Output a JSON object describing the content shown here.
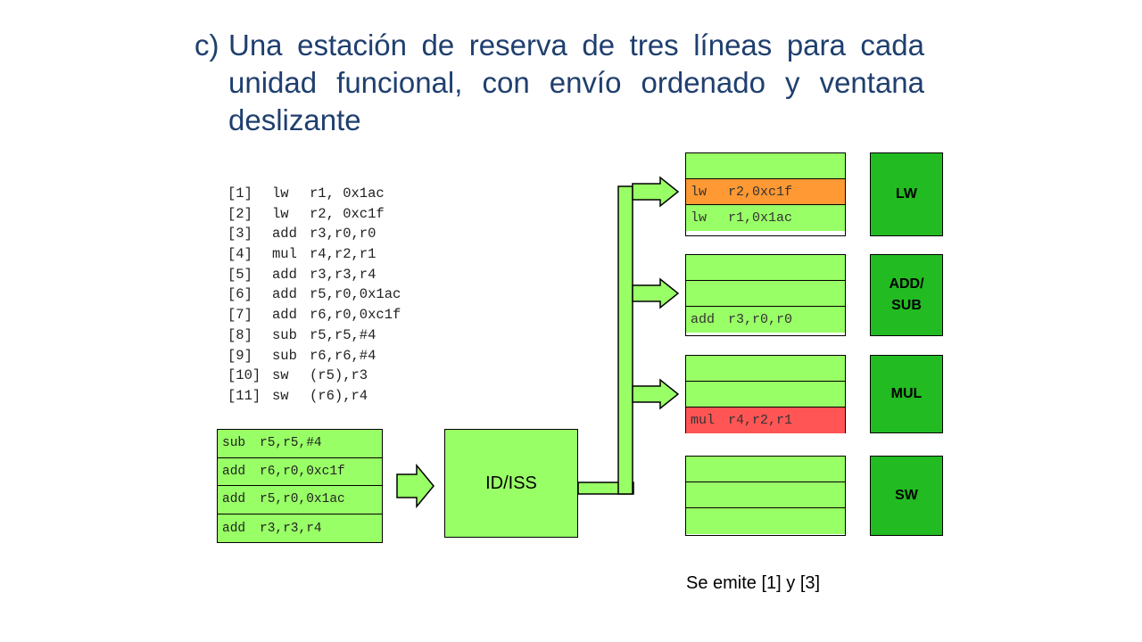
{
  "title": {
    "label": "c)",
    "text": "Una estación de reserva de tres líneas para cada unidad funcional, con envío ordenado y ventana deslizante"
  },
  "program": [
    {
      "num": "[1]",
      "op": "lw",
      "args": "r1, 0x1ac"
    },
    {
      "num": "[2]",
      "op": "lw",
      "args": "r2, 0xc1f"
    },
    {
      "num": "[3]",
      "op": "add",
      "args": "r3,r0,r0"
    },
    {
      "num": "[4]",
      "op": "mul",
      "args": "r4,r2,r1"
    },
    {
      "num": "[5]",
      "op": "add",
      "args": "r3,r3,r4"
    },
    {
      "num": "[6]",
      "op": "add",
      "args": "r5,r0,0x1ac"
    },
    {
      "num": "[7]",
      "op": "add",
      "args": "r6,r0,0xc1f"
    },
    {
      "num": "[8]",
      "op": "sub",
      "args": "r5,r5,#4"
    },
    {
      "num": "[9]",
      "op": "sub",
      "args": "r6,r6,#4"
    },
    {
      "num": "[10]",
      "op": "sw",
      "args": "(r5),r3"
    },
    {
      "num": "[11]",
      "op": "sw",
      "args": "(r6),r4"
    }
  ],
  "queue": [
    {
      "op": "sub",
      "args": "r5,r5,#4"
    },
    {
      "op": "add",
      "args": "r6,r0,0xc1f"
    },
    {
      "op": "add",
      "args": "r5,r0,0x1ac"
    },
    {
      "op": "add",
      "args": "r3,r3,r4"
    }
  ],
  "idiss_label": "ID/ISS",
  "stations": [
    {
      "unit": "LW",
      "rows": [
        {
          "op": "",
          "args": "",
          "color": "#99FF66"
        },
        {
          "op": "lw",
          "args": "r2,0xc1f",
          "color": "#FF9933"
        },
        {
          "op": "lw",
          "args": "r1,0x1ac",
          "color": "#99FF66"
        }
      ]
    },
    {
      "unit": "ADD/ SUB",
      "rows": [
        {
          "op": "",
          "args": "",
          "color": "#99FF66"
        },
        {
          "op": "",
          "args": "",
          "color": "#99FF66"
        },
        {
          "op": "add",
          "args": "r3,r0,r0",
          "color": "#99FF66"
        }
      ]
    },
    {
      "unit": "MUL",
      "rows": [
        {
          "op": "",
          "args": "",
          "color": "#99FF66"
        },
        {
          "op": "",
          "args": "",
          "color": "#99FF66"
        },
        {
          "op": "mul",
          "args": "r4,r2,r1",
          "color": "#FF5555"
        }
      ]
    },
    {
      "unit": "SW",
      "rows": [
        {
          "op": "",
          "args": "",
          "color": "#99FF66"
        },
        {
          "op": "",
          "args": "",
          "color": "#99FF66"
        },
        {
          "op": "",
          "args": "",
          "color": "#99FF66"
        }
      ]
    }
  ],
  "caption": "Se emite [1] y [3]",
  "colors": {
    "title": "#1F3F6E",
    "slot_green": "#99FF66",
    "unit_green": "#22BB22",
    "highlight_orange": "#FF9933",
    "highlight_red": "#FF5555"
  }
}
